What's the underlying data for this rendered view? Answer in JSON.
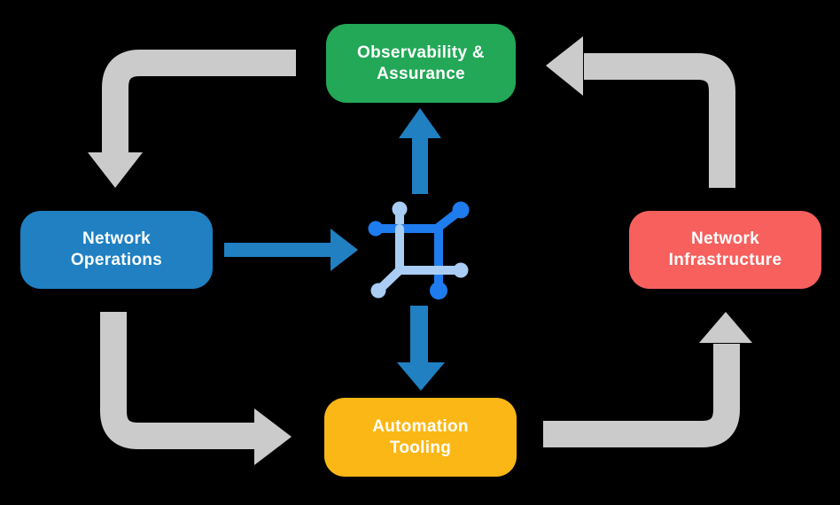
{
  "diagram": {
    "background": "#000000",
    "nodes": [
      {
        "id": "observability-assurance",
        "label": "Observability & Assurance",
        "lines": [
          "Observability &",
          "Assurance"
        ],
        "color": "#22A857",
        "position": "top"
      },
      {
        "id": "network-operations",
        "label": "Network Operations",
        "lines": [
          "Network",
          "Operations"
        ],
        "color": "#2080C2",
        "position": "left"
      },
      {
        "id": "network-infrastructure",
        "label": "Network Infrastructure",
        "lines": [
          "Network",
          "Infrastructure"
        ],
        "color": "#F7605D",
        "position": "right"
      },
      {
        "id": "automation-tooling",
        "label": "Automation Tooling",
        "lines": [
          "Automation",
          "Tooling"
        ],
        "color": "#FBB715",
        "position": "bottom"
      }
    ],
    "center_icon": {
      "name": "network-mesh-icon",
      "color_dark": "#1E7CEE",
      "color_light": "#A9CDF5"
    },
    "colors": {
      "arrow_gray": "#CBCBCB",
      "arrow_blue": "#2080C2",
      "text": "#FFFFFF"
    },
    "arrows": [
      {
        "from": "observability-assurance",
        "to": "network-operations",
        "style": "gray-elbow"
      },
      {
        "from": "network-operations",
        "to": "automation-tooling",
        "style": "gray-elbow"
      },
      {
        "from": "automation-tooling",
        "to": "network-infrastructure",
        "style": "gray-elbow"
      },
      {
        "from": "network-infrastructure",
        "to": "observability-assurance",
        "style": "gray-elbow"
      },
      {
        "from": "network-operations",
        "to": "center-icon",
        "style": "blue-straight"
      },
      {
        "from": "center-icon",
        "to": "observability-assurance",
        "style": "blue-straight"
      },
      {
        "from": "center-icon",
        "to": "automation-tooling",
        "style": "blue-straight"
      }
    ]
  }
}
